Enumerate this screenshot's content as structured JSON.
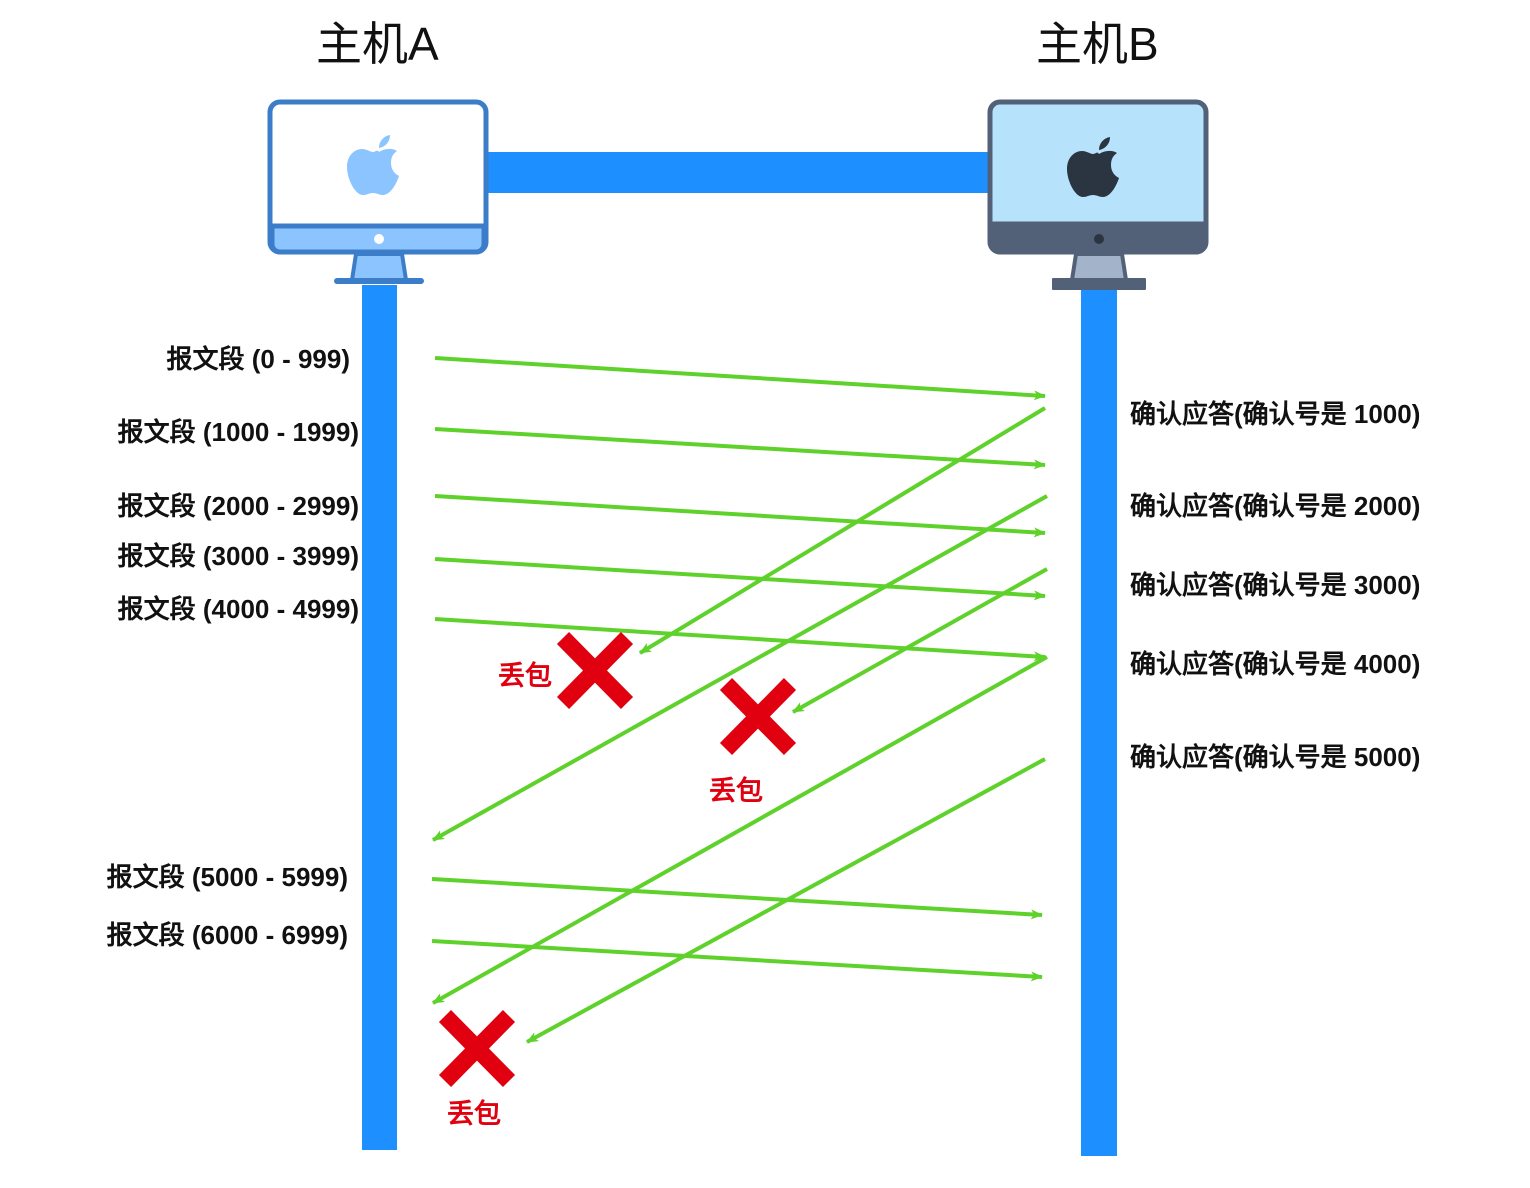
{
  "hosts": {
    "a": {
      "title": "主机A",
      "icon": "apple-desktop-icon",
      "screen_color": "#ffffff",
      "accent": "#8cc4ff",
      "frame": "#3c7dc9"
    },
    "b": {
      "title": "主机B",
      "icon": "apple-desktop-icon",
      "screen_color": "#b7e2fc",
      "accent": "#2b3441",
      "frame": "#526178"
    }
  },
  "colors": {
    "lifeline": "#1e8fff",
    "arrow": "#5ed12a",
    "loss": "#e0000f",
    "text": "#111111"
  },
  "segments": [
    {
      "label": "报文段 (0 - 999)",
      "start": 0,
      "end": 999,
      "delivered": true
    },
    {
      "label": "报文段 (1000 - 1999)",
      "start": 1000,
      "end": 1999,
      "delivered": true
    },
    {
      "label": "报文段 (2000 - 2999)",
      "start": 2000,
      "end": 2999,
      "delivered": true
    },
    {
      "label": "报文段 (3000 - 3999)",
      "start": 3000,
      "end": 3999,
      "delivered": true
    },
    {
      "label": "报文段 (4000 - 4999)",
      "start": 4000,
      "end": 4999,
      "delivered": true
    },
    {
      "label": "报文段 (5000 - 5999)",
      "start": 5000,
      "end": 5999,
      "delivered": true
    },
    {
      "label": "报文段 (6000 - 6999)",
      "start": 6000,
      "end": 6999,
      "delivered": true
    }
  ],
  "acks": [
    {
      "label": "确认应答(确认号是 1000)",
      "ack_number": 1000,
      "lost": true
    },
    {
      "label": "确认应答(确认号是 2000)",
      "ack_number": 2000,
      "lost": false
    },
    {
      "label": "确认应答(确认号是 3000)",
      "ack_number": 3000,
      "lost": true
    },
    {
      "label": "确认应答(确认号是 4000)",
      "ack_number": 4000,
      "lost": false
    },
    {
      "label": "确认应答(确认号是 5000)",
      "ack_number": 5000,
      "lost": true
    }
  ],
  "loss_marks": [
    {
      "label": "丢包",
      "icon": "cross-icon"
    },
    {
      "label": "丢包",
      "icon": "cross-icon"
    },
    {
      "label": "丢包",
      "icon": "cross-icon"
    }
  ]
}
